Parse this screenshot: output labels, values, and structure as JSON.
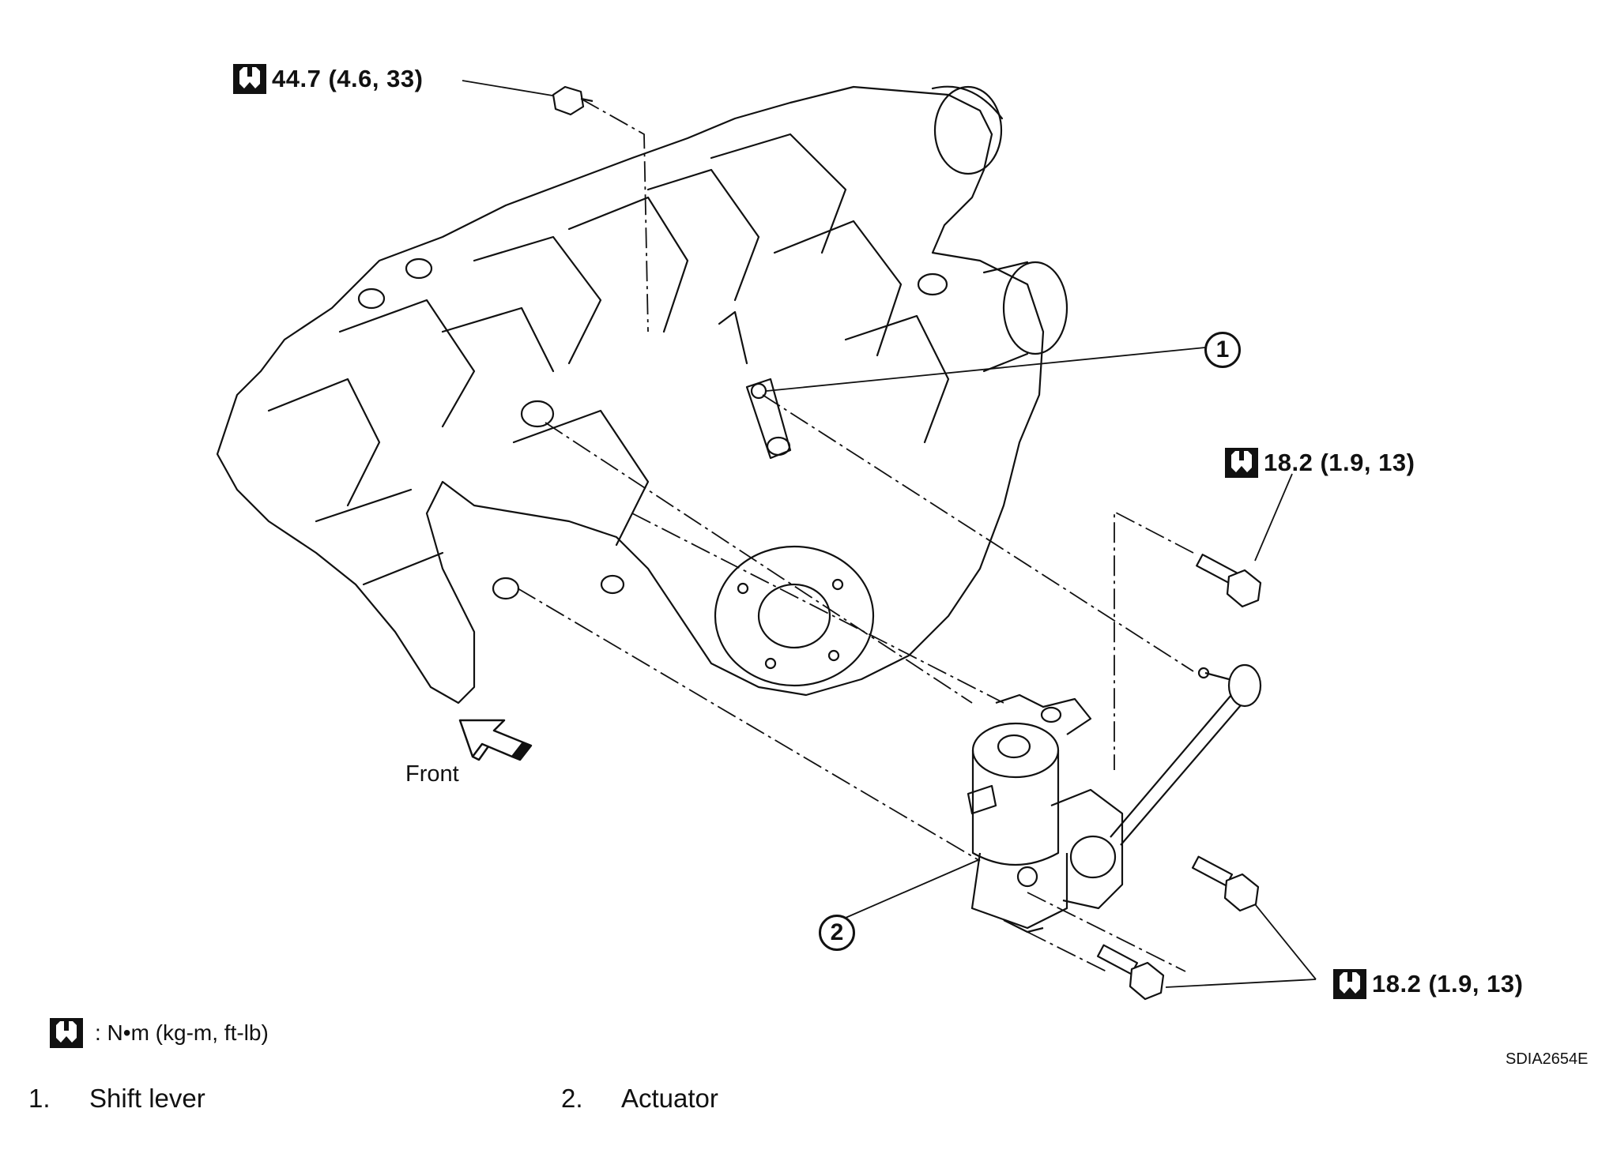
{
  "figure_code": "SDIA2654E",
  "front_label": "Front",
  "torque_top": "44.7  (4.6,  33)",
  "torque_right": "18.2  (1.9,  13)",
  "torque_bottom": "18.2  (1.9,  13)",
  "legend_text": ": N•m   (kg-m,   ft-lb)",
  "callout_1": "1",
  "callout_2": "2",
  "parts": [
    {
      "num": "1.",
      "name": "Shift lever"
    },
    {
      "num": "2.",
      "name": "Actuator"
    }
  ],
  "icons": {
    "torque": "torque-wrench-icon",
    "front": "front-arrow-icon"
  },
  "colors": {
    "ink": "#111111",
    "paper": "#ffffff"
  }
}
